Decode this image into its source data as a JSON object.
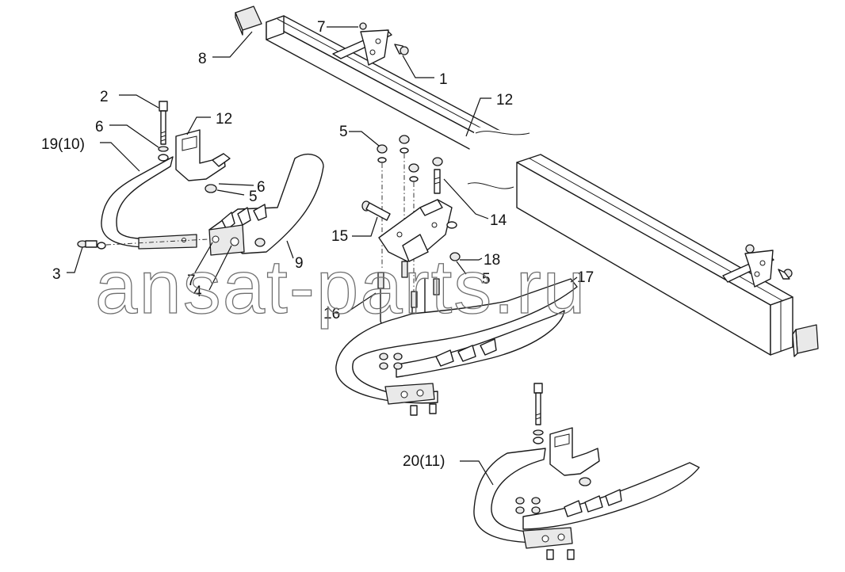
{
  "callouts": {
    "c1": "1",
    "c2": "2",
    "c3": "3",
    "c4": "4",
    "c5a": "5",
    "c5b": "5",
    "c5c": "5",
    "c6a": "6",
    "c6b": "6",
    "c7a": "7",
    "c7b": "7",
    "c8": "8",
    "c9": "9",
    "c12a": "12",
    "c12b": "12",
    "c14": "14",
    "c15": "15",
    "c16": "16",
    "c17": "17",
    "c18": "18",
    "c19": "19(10)",
    "c20": "20(11)"
  },
  "watermark": "ansat-parts.ru"
}
